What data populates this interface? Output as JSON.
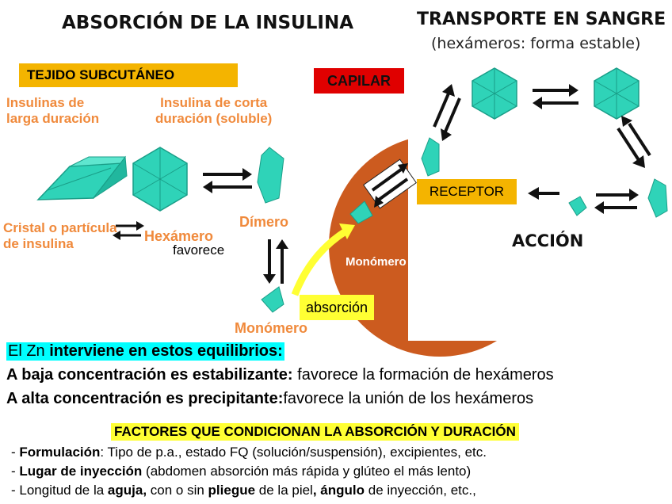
{
  "left": {
    "title": "ABSORCIÓN DE LA INSULINA",
    "tag_tissue": "TEJIDO SUBCUTÁNEO",
    "tag_capillary": "CAPILAR",
    "label_long": [
      "Insulinas de",
      "larga duración"
    ],
    "label_short": [
      "Insulina de corta",
      "duración (soluble)"
    ],
    "label_crystal": [
      "Cristal o partícula",
      "de insulina"
    ],
    "label_hexamer": "Hexámero",
    "label_dimer": "Dímero",
    "label_monomer": "Monómero",
    "label_favors": "favorece",
    "label_absorption": "absorción",
    "label_monomer_capillary": "Monómero"
  },
  "right": {
    "title": "TRANSPORTE EN SANGRE",
    "subtitle": "(hexámeros: forma estable)",
    "receptor": "RECEPTOR",
    "action": "ACCIÓN"
  },
  "zn": {
    "line1_plain": "El Zn ",
    "line1_bold": "interviene en estos equilibrios:",
    "line2_bold": "A baja concentración es estabilizante:",
    "line2_plain": " favorece la formación de hexámeros",
    "line3_bold": "A alta concentración es precipitante:",
    "line3_plain": "favorece la unión de los hexámeros"
  },
  "factors": {
    "title": "FACTORES QUE CONDICIONAN LA ABSORCIÓN Y DURACIÓN",
    "item1_prefix": "- ",
    "item1_bold": "Formulación",
    "item1_rest": ": Tipo de p.a., estado FQ (solución/suspensión), excipientes, etc.",
    "item2_prefix": "- ",
    "item2_bold": "Lugar de inyección",
    "item2_rest": " (abdomen absorción más rápida y glúteo el más lento)",
    "item3_a": "- Longitud de la ",
    "item3_b": "aguja,",
    "item3_c": " con o sin ",
    "item3_d": "pliegue",
    "item3_e": " de la piel",
    "item3_f": ", ángulo",
    "item3_g": " de inyección, etc.,"
  },
  "colors": {
    "teal": "#2fd3b8",
    "orange_text": "#f08a3c",
    "capillary": "#cc5b1f",
    "tag_orange": "#f4b400",
    "tag_red": "#e00000",
    "highlight_cyan": "#00ffff",
    "highlight_yellow": "#ffff33"
  }
}
